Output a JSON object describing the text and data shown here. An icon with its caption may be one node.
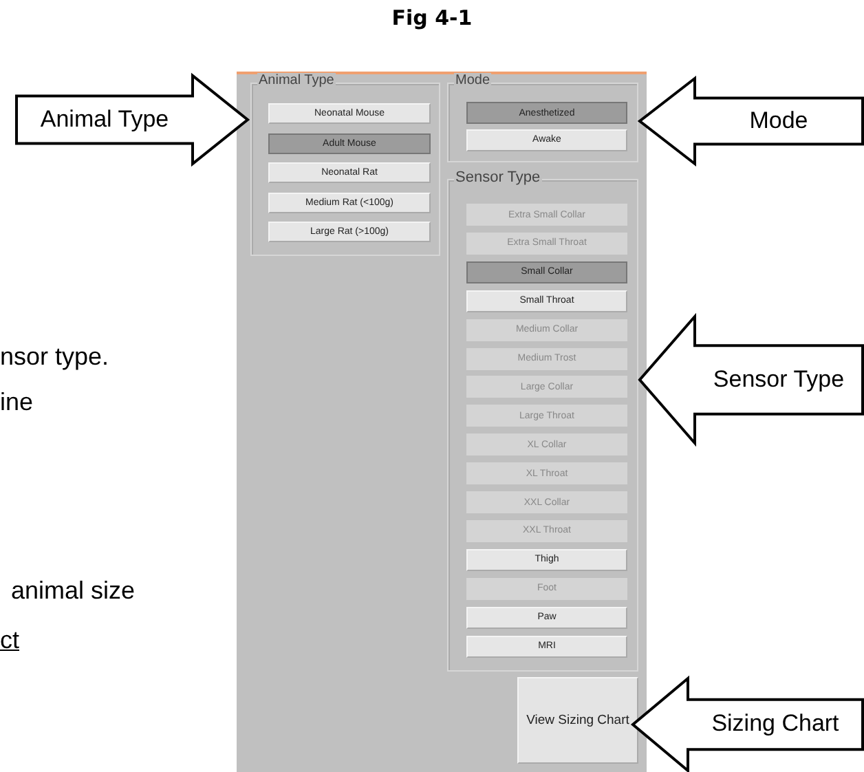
{
  "diagram": {
    "title": "Fig 4-1",
    "nodes": [
      {
        "text": [
          "Animal Type"
        ]
      },
      {
        "text": [
          "Neonatal Mouse"
        ],
        "in": 0
      },
      {
        "text": [
          "Adult Mouse"
        ],
        "in": 0
      },
      {
        "text": [
          "Neonatal Rat"
        ],
        "in": 0
      },
      {
        "text": [
          "Medium Rat (<100g)"
        ],
        "in": 0
      },
      {
        "text": [
          "Large Rat (>100g)"
        ],
        "in": 0
      },
      {
        "text": [
          "Mode"
        ]
      },
      {
        "text": [
          "Anesthetized"
        ],
        "in": 6
      },
      {
        "text": [
          "Awake"
        ],
        "in": 6
      },
      {
        "text": [
          "Sensor Type"
        ]
      },
      {
        "text": [
          "Extra Small Collar"
        ],
        "in": 9
      },
      {
        "text": [
          "Extra Small Throat"
        ],
        "in": 9
      },
      {
        "text": [
          "Small Collar"
        ],
        "in": 9
      },
      {
        "text": [
          "Small Throat"
        ],
        "in": 9
      },
      {
        "text": [
          "Medium Collar"
        ],
        "in": 9
      },
      {
        "text": [
          "Medium Trost"
        ],
        "in": 9
      },
      {
        "text": [
          "Large Collar"
        ],
        "in": 9
      },
      {
        "text": [
          "Large Throat"
        ],
        "in": 9
      },
      {
        "text": [
          "XL Collar"
        ],
        "in": 9
      },
      {
        "text": [
          "XL Throat"
        ],
        "in": 9
      },
      {
        "text": [
          "XXL Collar"
        ],
        "in": 9
      },
      {
        "text": [
          "XXL Throat"
        ],
        "in": 9
      },
      {
        "text": [
          "Thigh"
        ],
        "in": 9
      },
      {
        "text": [
          "Foot"
        ],
        "in": 9
      },
      {
        "text": [
          "Paw"
        ],
        "in": 9
      },
      {
        "text": [
          "MRI"
        ],
        "in": 9
      },
      {
        "text": [
          "View Sizing Chart"
        ]
      },
      {
        "text": [
          "Animal Type"
        ]
      },
      {
        "text": [
          "Mode"
        ]
      },
      {
        "text": [
          "Sensor Type"
        ]
      },
      {
        "text": [
          "Sizing Chart"
        ]
      }
    ],
    "labels": [
      "nsor type.",
      "ine",
      "animal size",
      "ct"
    ]
  }
}
